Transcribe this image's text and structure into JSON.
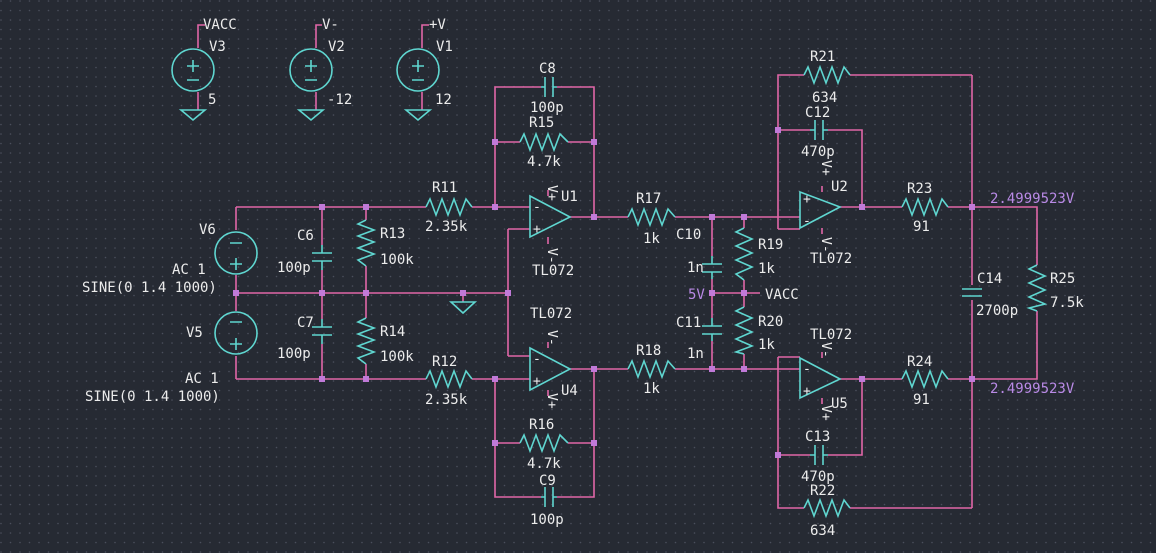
{
  "title": "",
  "colors": {
    "background": "#262a33",
    "wire": "#e066a8",
    "component": "#5fd6d0",
    "junction": "#c07ad8",
    "text": "#ececec",
    "voltage": "#b98ae6"
  },
  "supplies": [
    {
      "name": "V3",
      "net": "VACC",
      "value": "5"
    },
    {
      "name": "V2",
      "net": "V-",
      "value": "-12"
    },
    {
      "name": "V1",
      "net": "+V",
      "value": "12"
    }
  ],
  "sources": {
    "v6": {
      "name": "V6",
      "ac": "AC 1",
      "sine": "SINE(0 1.4 1000)"
    },
    "v5": {
      "name": "V5",
      "ac": "AC 1",
      "sine": "SINE(0 1.4 1000)"
    }
  },
  "components": {
    "r11": {
      "name": "R11",
      "value": "2.35k"
    },
    "r12": {
      "name": "R12",
      "value": "2.35k"
    },
    "r13": {
      "name": "R13",
      "value": "100k"
    },
    "r14": {
      "name": "R14",
      "value": "100k"
    },
    "r15": {
      "name": "R15",
      "value": "4.7k"
    },
    "r16": {
      "name": "R16",
      "value": "4.7k"
    },
    "r17": {
      "name": "R17",
      "value": "1k"
    },
    "r18": {
      "name": "R18",
      "value": "1k"
    },
    "r19": {
      "name": "R19",
      "value": "1k"
    },
    "r20": {
      "name": "R20",
      "value": "1k"
    },
    "r21": {
      "name": "R21",
      "value": "634"
    },
    "r22": {
      "name": "R22",
      "value": "634"
    },
    "r23": {
      "name": "R23",
      "value": "91"
    },
    "r24": {
      "name": "R24",
      "value": "91"
    },
    "r25": {
      "name": "R25",
      "value": "7.5k"
    },
    "c6": {
      "name": "C6",
      "value": "100p"
    },
    "c7": {
      "name": "C7",
      "value": "100p"
    },
    "c8": {
      "name": "C8",
      "value": "100p"
    },
    "c9": {
      "name": "C9",
      "value": "100p"
    },
    "c10": {
      "name": "C10",
      "value": "1n"
    },
    "c11": {
      "name": "C11",
      "value": "1n"
    },
    "c12": {
      "name": "C12",
      "value": "470p"
    },
    "c13": {
      "name": "C13",
      "value": "470p"
    },
    "c14": {
      "name": "C14",
      "value": "2700p"
    }
  },
  "opamps": {
    "u1": {
      "name": "U1",
      "model": "TL072"
    },
    "u4": {
      "name": "U4",
      "model": "TL072"
    },
    "u2": {
      "name": "U2",
      "model": "TL072"
    },
    "u5": {
      "name": "U5",
      "model": "TL072"
    }
  },
  "pins": {
    "plus": "+",
    "minus": "-",
    "vplus": "V+",
    "vminus": "V-"
  },
  "nets": {
    "vacc": "VACC",
    "mid_voltage": "5V"
  },
  "probes": {
    "top": "2.4999523V",
    "bottom": "2.4999523V"
  }
}
